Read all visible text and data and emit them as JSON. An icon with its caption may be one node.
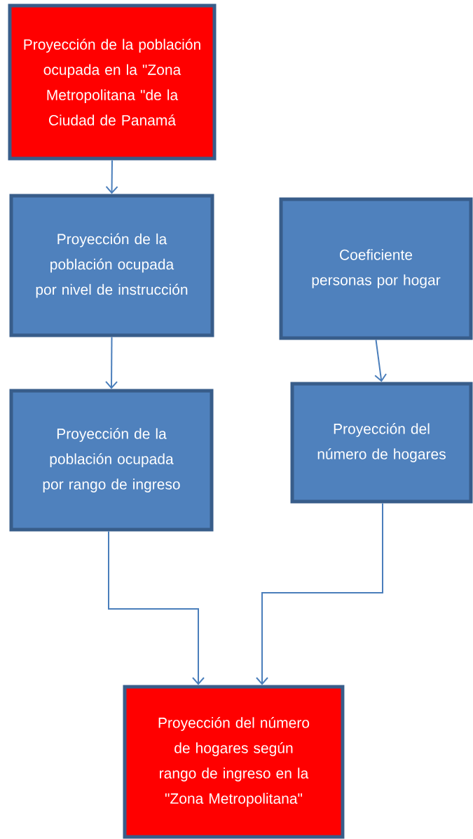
{
  "diagram": {
    "nodes": [
      {
        "text": [
          "Proyección de la población ocupada en la \"Zona Metropolitana \"de la Ciudad de Panamá"
        ]
      },
      {
        "text": [
          "Proyección de la población ocupada por  nivel de instrucción"
        ]
      },
      {
        "text": [
          "Coeficiente personas por hogar"
        ]
      },
      {
        "text": [
          "Proyección de la población ocupada por rango de ingreso"
        ]
      },
      {
        "text": [
          "Proyección del número de hogares"
        ]
      },
      {
        "text": [
          "Proyección del número de hogares según rango de ingreso en la \"Zona Metropolitana\""
        ]
      }
    ],
    "edges": [
      {
        "from": 0,
        "to": 1,
        "arrow": "to"
      },
      {
        "from": 1,
        "to": 3,
        "arrow": "to"
      },
      {
        "from": 2,
        "to": 4,
        "arrow": "to"
      },
      {
        "from": 3,
        "to": 5,
        "arrow": "to"
      },
      {
        "from": 4,
        "to": 5,
        "arrow": "to"
      }
    ]
  }
}
